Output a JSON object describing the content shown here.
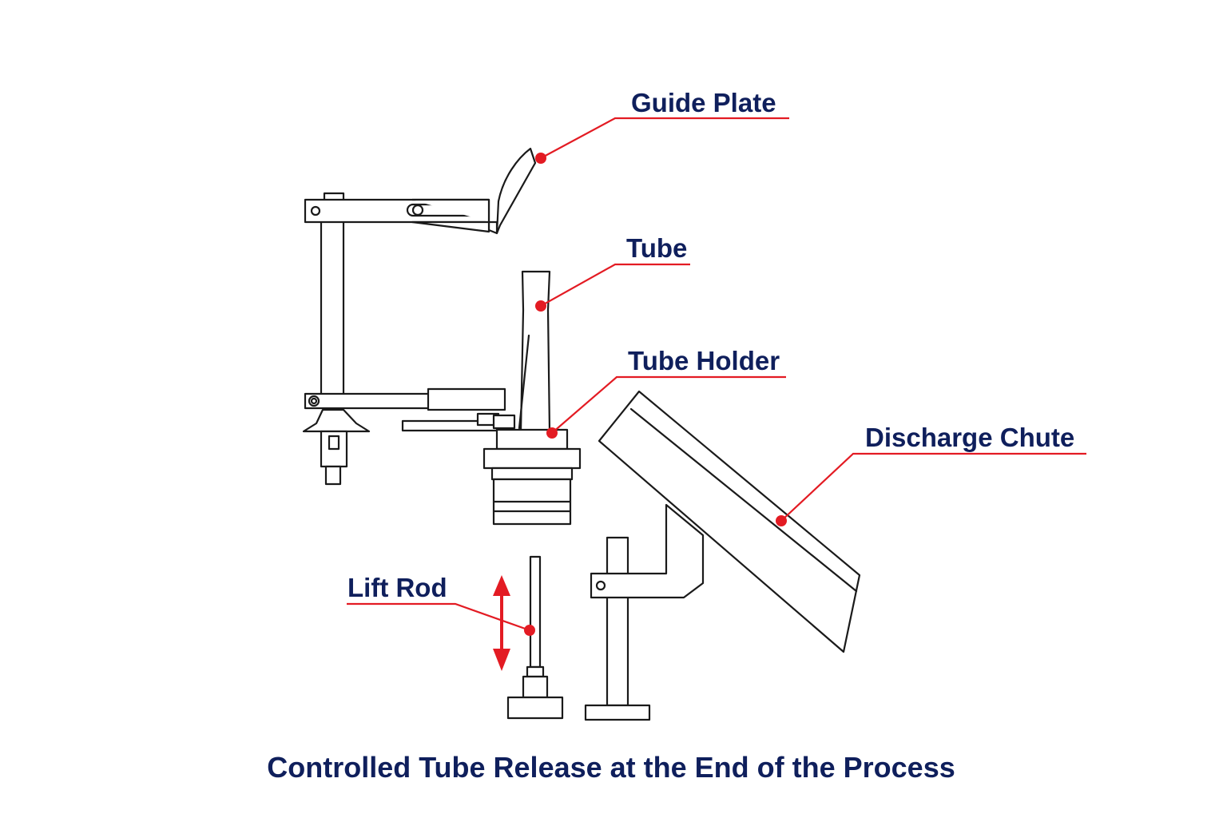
{
  "colors": {
    "label_text": "#0f1f5c",
    "leader_line": "#e31b23",
    "outline": "#1a1a1a",
    "background": "#ffffff"
  },
  "labels": {
    "guide_plate": "Guide Plate",
    "tube": "Tube",
    "tube_holder": "Tube Holder",
    "discharge_chute": "Discharge Chute",
    "lift_rod": "Lift Rod"
  },
  "caption": "Controlled Tube Release at the End of the Process",
  "icons": {
    "motion_indicator": "double-arrow-vertical-icon"
  }
}
